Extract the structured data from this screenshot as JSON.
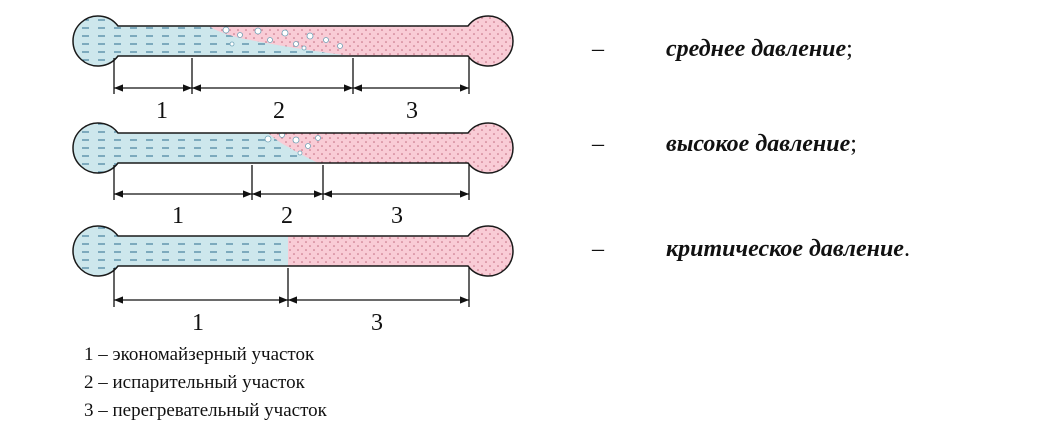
{
  "diagrams": [
    {
      "labels": [
        "1",
        "2",
        "3"
      ],
      "pressure": {
        "dash": "–",
        "name": "среднее давление",
        "punct": ";"
      }
    },
    {
      "labels": [
        "1",
        "2",
        "3"
      ],
      "pressure": {
        "dash": "–",
        "name": "высокое давление",
        "punct": ";"
      }
    },
    {
      "labels": [
        "1",
        "3"
      ],
      "pressure": {
        "dash": "–",
        "name": "критическое давление",
        "punct": "."
      }
    }
  ],
  "legend": [
    "1 – экономайзерный участок",
    "2 – испарительный участок",
    "3 – перегревательный участок"
  ],
  "colors": {
    "water": "#cde7ec",
    "steam": "#f9ccd6",
    "outline": "#1a1a1a",
    "dash": "#2d6e8e",
    "dot": "#c06a7e"
  }
}
